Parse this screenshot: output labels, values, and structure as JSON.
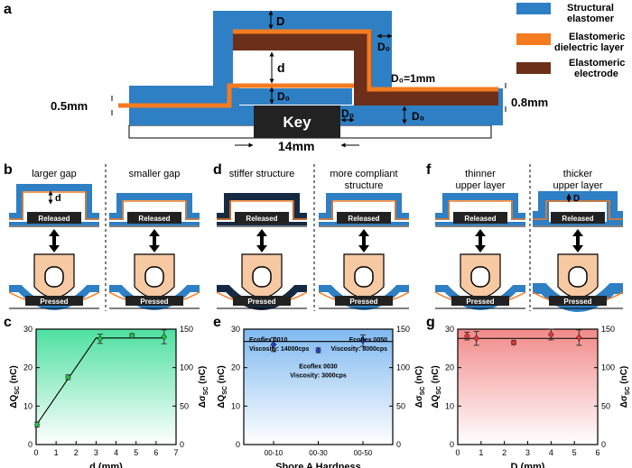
{
  "panel_labels": {
    "a": "a",
    "b": "b",
    "c": "c",
    "d": "d",
    "e": "e",
    "f": "f",
    "g": "g"
  },
  "colors": {
    "structural": "#2e7fc4",
    "dielectric": "#f47b20",
    "electrode": "#6b2f1a",
    "key": "#222222",
    "finger": "#f6c9a3",
    "stiff": "#172a44",
    "panel_c_bg": "#4ee0a0",
    "panel_e_bg": "#7fb9f0",
    "panel_g_bg": "#f28a8a",
    "marker_c": "#2dbb4a",
    "marker_e": "#2a3fbf",
    "marker_g": "#e03a3a"
  },
  "legend": {
    "structural": [
      "Structural",
      "elastomer"
    ],
    "dielectric": [
      "Elastomeric",
      "dielectric layer"
    ],
    "electrode": [
      "Elastomeric",
      "electrode"
    ]
  },
  "schematic_a": {
    "key_label": "Key",
    "dims": {
      "D_top": "D",
      "D0_right": "D₀",
      "d": "d",
      "D0_mid": "D₀",
      "D0_eq": "D₀=1mm",
      "D0_key": "D₀",
      "D0_bottom": "D₀",
      "left_thickness": "0.5mm",
      "right_thickness": "0.8mm",
      "key_width": "14mm"
    }
  },
  "row2": {
    "b": {
      "left_title": "larger gap",
      "right_title": "smaller gap",
      "gap_label": "d"
    },
    "d": {
      "left_title": "stiffer structure",
      "right_title": [
        "more compliant",
        "structure"
      ]
    },
    "f": {
      "left_title": [
        "thinner",
        "upper layer"
      ],
      "right_title": [
        "thicker",
        "upper layer"
      ],
      "D_label": "D"
    },
    "released": "Released",
    "pressed": "Pressed"
  },
  "chart_data": [
    {
      "type": "line",
      "panel": "c",
      "xlabel": "d (mm)",
      "ylabel_left": "ΔQ",
      "ylabel_left_sub": "SC",
      "ylabel_left_unit": " (nC)",
      "ylabel_right": "Δσ",
      "ylabel_right_sub": "SC",
      "ylabel_right_unit": " (nC)",
      "xlim": [
        0,
        7
      ],
      "ylim": [
        0,
        30
      ],
      "y2lim": [
        0,
        150
      ],
      "xticks": [
        "0",
        "1",
        "2",
        "3",
        "4",
        "5",
        "6",
        "7"
      ],
      "yticks": [
        "0",
        "10",
        "20",
        "30"
      ],
      "y2ticks": [
        "0",
        "50",
        "100",
        "150"
      ],
      "points": [
        {
          "x": 0.05,
          "y": 5.2,
          "err": 0.6
        },
        {
          "x": 1.6,
          "y": 17.5,
          "err": 0.6
        },
        {
          "x": 3.2,
          "y": 27.5,
          "err": 1.2
        },
        {
          "x": 4.8,
          "y": 28.3,
          "err": 0.5
        },
        {
          "x": 6.4,
          "y": 28.0,
          "err": 1.8
        }
      ],
      "fit": [
        [
          0,
          5.0
        ],
        [
          3.0,
          27.7
        ],
        [
          6.5,
          27.7
        ]
      ]
    },
    {
      "type": "scatter",
      "panel": "e",
      "xlabel": "Shore A Hardness",
      "ylabel_left": "ΔQ",
      "ylabel_left_sub": "SC",
      "ylabel_left_unit": " (nC)",
      "ylabel_right": "Δσ",
      "ylabel_right_sub": "SC",
      "ylabel_right_unit": " (nC)",
      "ylim": [
        0,
        30
      ],
      "y2lim": [
        0,
        150
      ],
      "categories": [
        "00-10",
        "00-30",
        "00-50"
      ],
      "yticks": [
        "0",
        "10",
        "20",
        "30"
      ],
      "y2ticks": [
        "0",
        "50",
        "100",
        "150"
      ],
      "points": [
        {
          "x": 0,
          "y": 26.0,
          "err": 1.8
        },
        {
          "x": 1,
          "y": 24.5,
          "err": 0.6
        },
        {
          "x": 2,
          "y": 27.0,
          "err": 1.5
        }
      ],
      "fit_y": 26.8,
      "annotations": [
        {
          "lines": [
            "Ecoflex 0010",
            "Viscosity: 14000cps"
          ]
        },
        {
          "lines": [
            "Ecoflex 0030",
            "Viscosity: 3000cps"
          ]
        },
        {
          "lines": [
            "Ecoflex 0050",
            "Viscosity: 8000cps"
          ]
        }
      ]
    },
    {
      "type": "line",
      "panel": "g",
      "xlabel": "D (mm)",
      "ylabel_left": "ΔQ",
      "ylabel_left_sub": "SC",
      "ylabel_left_unit": " (nC)",
      "ylabel_right": "Δσ",
      "ylabel_right_sub": "SC",
      "ylabel_right_unit": " (nC)",
      "xlim": [
        0,
        6
      ],
      "ylim": [
        0,
        30
      ],
      "y2lim": [
        0,
        150
      ],
      "xticks": [
        "0",
        "1",
        "2",
        "3",
        "4",
        "5",
        "6"
      ],
      "yticks": [
        "0",
        "10",
        "20",
        "30"
      ],
      "y2ticks": [
        "0",
        "50",
        "100",
        "150"
      ],
      "points": [
        {
          "x": 0.4,
          "y": 28.2,
          "err": 1.0
        },
        {
          "x": 0.8,
          "y": 27.6,
          "err": 1.8
        },
        {
          "x": 2.4,
          "y": 26.5,
          "err": 0.5
        },
        {
          "x": 4.0,
          "y": 28.6,
          "err": 1.4
        },
        {
          "x": 5.2,
          "y": 27.8,
          "err": 2.0
        }
      ],
      "fit_y": 27.6
    }
  ]
}
